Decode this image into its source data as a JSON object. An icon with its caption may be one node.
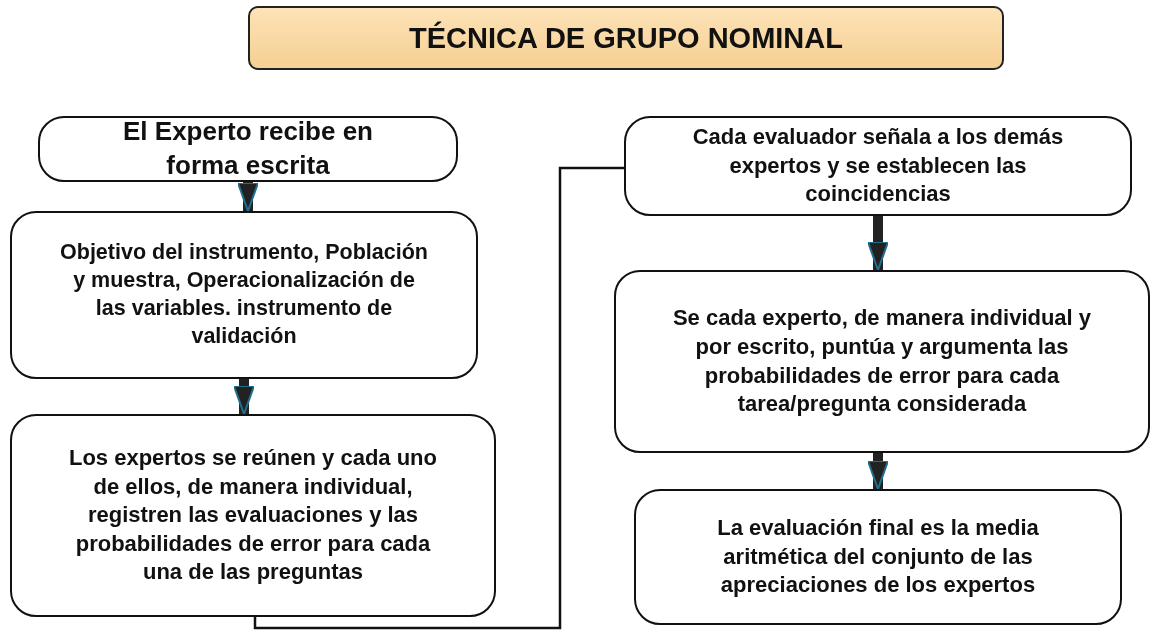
{
  "diagram": {
    "title": "TÉCNICA DE GRUPO NOMINAL",
    "nodes": [
      {
        "text": [
          "El Experto recibe en forma escrita"
        ]
      },
      {
        "text": [
          "Objetivo del instrumento, Población  y muestra, Operacionalización de las variables. instrumento de validación"
        ]
      },
      {
        "text": [
          "Los expertos se reúnen y cada uno de ellos, de manera individual, registren  las evaluaciones y las probabilidades de error para cada una de las preguntas"
        ]
      },
      {
        "text": [
          "Cada evaluador señala a los demás expertos y se establecen las coincidencias"
        ]
      },
      {
        "text": [
          "Se cada experto, de manera individual y por escrito, puntúa y argumenta las probabilidades de error para cada tarea/pregunta considerada"
        ]
      },
      {
        "text": [
          "La evaluación final es la media aritmética del conjunto de las apreciaciones de los expertos"
        ]
      }
    ],
    "edges": [
      {
        "from": 0,
        "to": 1,
        "arrow": "to"
      },
      {
        "from": 1,
        "to": 2,
        "arrow": "to"
      },
      {
        "from": 2,
        "to": 3,
        "arrow": "none"
      },
      {
        "from": 3,
        "to": 4,
        "arrow": "to"
      },
      {
        "from": 4,
        "to": 5,
        "arrow": "to"
      }
    ]
  }
}
